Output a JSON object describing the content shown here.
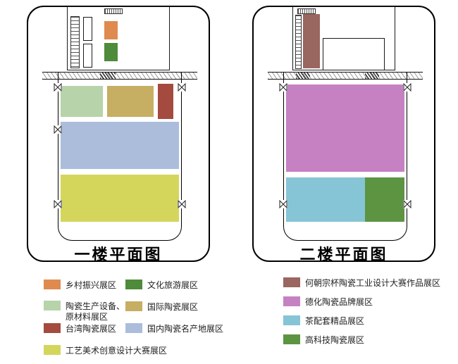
{
  "plans": [
    {
      "title": "一楼平面图",
      "zones": {
        "village": {
          "label": "乡村振兴展区",
          "color": "#DF8A4F"
        },
        "culture": {
          "label": "文化旅游展区",
          "color": "#4E8B3A"
        },
        "equipment": {
          "label": "陶瓷生产设备、原材料展区",
          "color": "#B7D3AA"
        },
        "international": {
          "label": "国际陶瓷展区",
          "color": "#C6AE63"
        },
        "taiwan": {
          "label": "台湾陶瓷展区",
          "color": "#A44A3E"
        },
        "domestic": {
          "label": "国内陶瓷名产地展区",
          "color": "#ABBDDB"
        },
        "craft": {
          "label": "工艺美术创意设计大赛展区",
          "color": "#D4D65C"
        }
      }
    },
    {
      "title": "二楼平面图",
      "zones": {
        "hezhaozong_cup": {
          "label": "何朝宗杯陶瓷工业设计大赛作品展区",
          "color": "#9A6660"
        },
        "dehua_brand": {
          "label": "德化陶瓷品牌展区",
          "color": "#C681C3"
        },
        "tea_set": {
          "label": "茶配套精品展区",
          "color": "#85C5D6"
        },
        "high_tech": {
          "label": "高科技陶瓷展区",
          "color": "#5C9442"
        }
      }
    }
  ]
}
